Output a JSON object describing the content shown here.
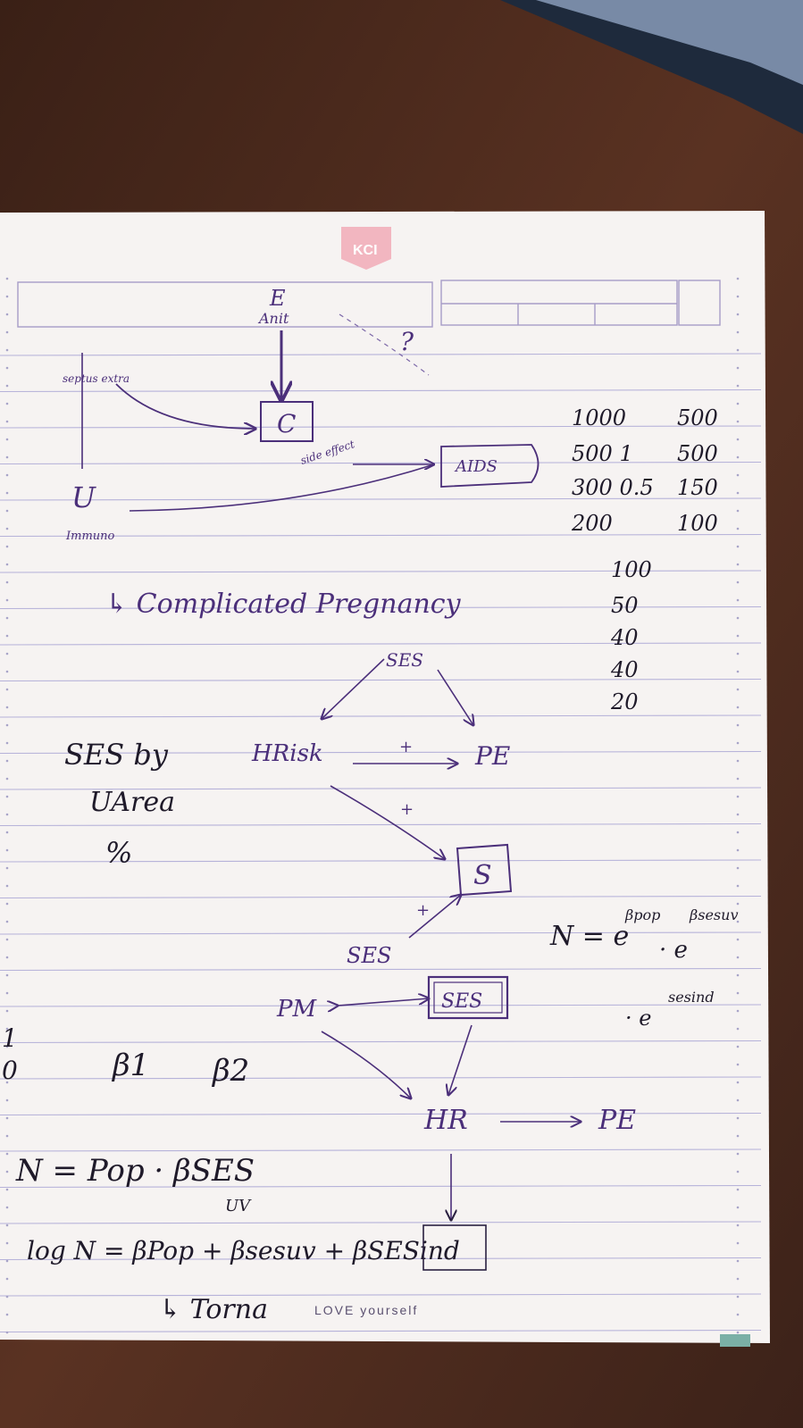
{
  "notebook": {
    "brand_logo": "KCI",
    "footer_print": "LOVE yourself"
  },
  "diagram_top": {
    "exposure": "E",
    "exposure_sub": "Anit",
    "question": "?",
    "left_note": "septus extra",
    "center_box": "C",
    "side_note": "side effect",
    "aids_box": "AIDS",
    "u_node": "U",
    "u_note": "Immuno",
    "comp_preg": "↳ Complicated Pregnancy"
  },
  "numbers": {
    "rows": [
      [
        "1000",
        "500"
      ],
      [
        "500 1",
        "500"
      ],
      [
        "300 0.5",
        "150"
      ],
      [
        "200",
        "100"
      ]
    ],
    "col": [
      "100",
      "50",
      "40",
      "40",
      "20"
    ]
  },
  "diagram_mid": {
    "ses_top": "SES",
    "hrisk": "HRisk",
    "pe": "PE",
    "plus1": "+",
    "plus2": "+",
    "plus3": "+",
    "s_box": "S",
    "ses_low": "SES",
    "pm": "PM",
    "ses_box": "SES",
    "hr": "HR",
    "pe2": "PE"
  },
  "left_notes": {
    "ses_by": "SES by",
    "u_area": "UArea",
    "pct": "%",
    "one": "1",
    "zero": "0",
    "beta1": "β1",
    "beta2": "β2"
  },
  "formulas": {
    "n_exp": "N = e",
    "n_exp_sup1": "βpop",
    "n_exp_dot": "· e",
    "n_exp_sup2": "βsesuv",
    "n_exp2_dot": "· e",
    "n_exp2_sup": "sesind",
    "n_pop": "N = Pop · βSES",
    "n_pop_sub": "UV",
    "log_n": "log N = βPop + βsesuv + βSESind",
    "torna": "↳ Torna"
  }
}
